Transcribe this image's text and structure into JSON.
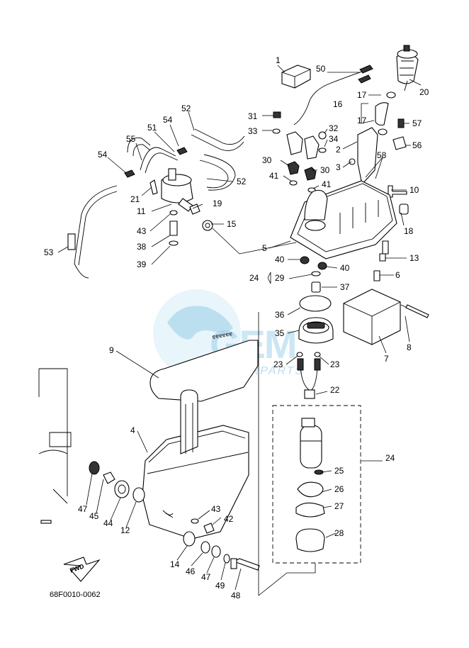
{
  "diagram_code": "68F0010-0062",
  "fwd_label": "FWD",
  "watermark": {
    "main": "GEM",
    "sub": "MOTORPARTS"
  },
  "callouts": [
    {
      "id": "c1",
      "text": "1"
    },
    {
      "id": "c50",
      "text": "50"
    },
    {
      "id": "c20",
      "text": "20"
    },
    {
      "id": "c17a",
      "text": "17"
    },
    {
      "id": "c16",
      "text": "16"
    },
    {
      "id": "c17b",
      "text": "17"
    },
    {
      "id": "c52a",
      "text": "52"
    },
    {
      "id": "c54a",
      "text": "54"
    },
    {
      "id": "c51",
      "text": "51"
    },
    {
      "id": "c55",
      "text": "55"
    },
    {
      "id": "c31",
      "text": "31"
    },
    {
      "id": "c33",
      "text": "33"
    },
    {
      "id": "c32",
      "text": "32"
    },
    {
      "id": "c34",
      "text": "34"
    },
    {
      "id": "c57",
      "text": "57"
    },
    {
      "id": "c56",
      "text": "56"
    },
    {
      "id": "c2",
      "text": "2"
    },
    {
      "id": "c3",
      "text": "3"
    },
    {
      "id": "c58",
      "text": "58"
    },
    {
      "id": "c54b",
      "text": "54"
    },
    {
      "id": "c30a",
      "text": "30"
    },
    {
      "id": "c30b",
      "text": "30"
    },
    {
      "id": "c52b",
      "text": "52"
    },
    {
      "id": "c41a",
      "text": "41"
    },
    {
      "id": "c41b",
      "text": "41"
    },
    {
      "id": "c10",
      "text": "10"
    },
    {
      "id": "c21",
      "text": "21"
    },
    {
      "id": "c19",
      "text": "19"
    },
    {
      "id": "c11",
      "text": "11"
    },
    {
      "id": "c18",
      "text": "18"
    },
    {
      "id": "c43a",
      "text": "43"
    },
    {
      "id": "c15",
      "text": "15"
    },
    {
      "id": "c38",
      "text": "38"
    },
    {
      "id": "c5",
      "text": "5"
    },
    {
      "id": "c39",
      "text": "39"
    },
    {
      "id": "c53",
      "text": "53"
    },
    {
      "id": "c13",
      "text": "13"
    },
    {
      "id": "c40a",
      "text": "40"
    },
    {
      "id": "c40b",
      "text": "40"
    },
    {
      "id": "c6",
      "text": "6"
    },
    {
      "id": "c24a",
      "text": "24"
    },
    {
      "id": "c29",
      "text": "29"
    },
    {
      "id": "c37",
      "text": "37"
    },
    {
      "id": "c36",
      "text": "36"
    },
    {
      "id": "c35",
      "text": "35"
    },
    {
      "id": "c9",
      "text": "9"
    },
    {
      "id": "c7",
      "text": "7"
    },
    {
      "id": "c8",
      "text": "8"
    },
    {
      "id": "c23a",
      "text": "23"
    },
    {
      "id": "c23b",
      "text": "23"
    },
    {
      "id": "c22",
      "text": "22"
    },
    {
      "id": "c4",
      "text": "4"
    },
    {
      "id": "c24b",
      "text": "24"
    },
    {
      "id": "c25",
      "text": "25"
    },
    {
      "id": "c26",
      "text": "26"
    },
    {
      "id": "c27",
      "text": "27"
    },
    {
      "id": "c47a",
      "text": "47"
    },
    {
      "id": "c45",
      "text": "45"
    },
    {
      "id": "c44",
      "text": "44"
    },
    {
      "id": "c12",
      "text": "12"
    },
    {
      "id": "c43b",
      "text": "43"
    },
    {
      "id": "c42",
      "text": "42"
    },
    {
      "id": "c28",
      "text": "28"
    },
    {
      "id": "c14",
      "text": "14"
    },
    {
      "id": "c46",
      "text": "46"
    },
    {
      "id": "c47b",
      "text": "47"
    },
    {
      "id": "c49",
      "text": "49"
    },
    {
      "id": "c48",
      "text": "48"
    }
  ]
}
